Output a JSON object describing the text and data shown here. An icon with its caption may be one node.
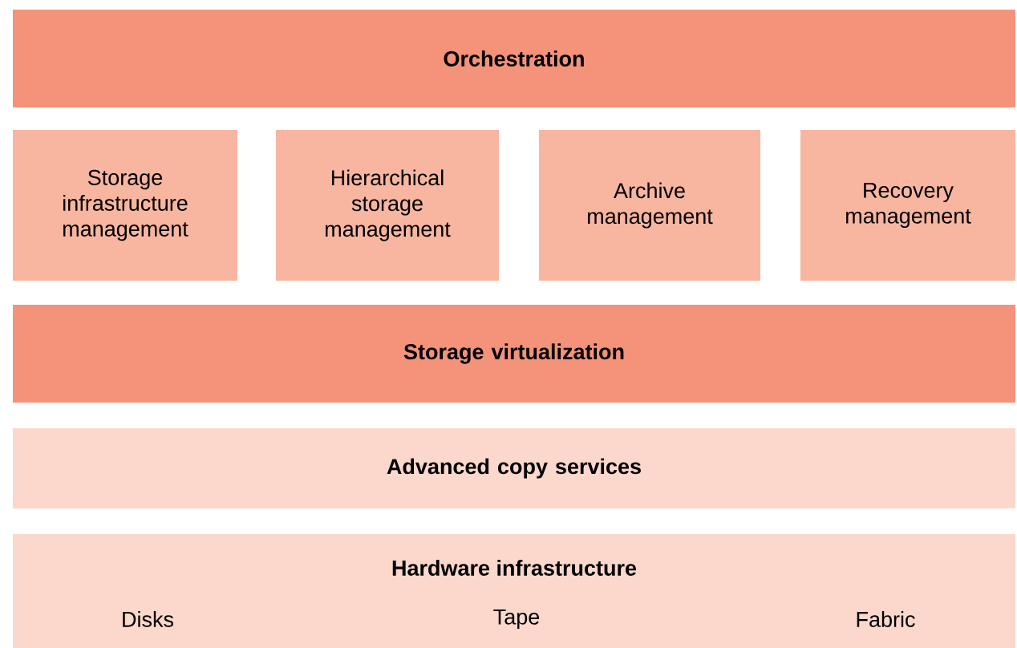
{
  "diagram": {
    "nodes": [
      {
        "text": [
          "Orchestration"
        ]
      },
      {
        "text": [
          "Storage infrastructure management"
        ]
      },
      {
        "text": [
          "Hierarchical storage management"
        ]
      },
      {
        "text": [
          "Archive management"
        ]
      },
      {
        "text": [
          "Recovery management"
        ]
      },
      {
        "text": [
          "Storage virtualization"
        ]
      },
      {
        "text": [
          "Advanced copy services"
        ]
      },
      {
        "text": [
          "Hardware infrastructure",
          "Disks",
          "Tape",
          "Fabric"
        ]
      }
    ]
  }
}
